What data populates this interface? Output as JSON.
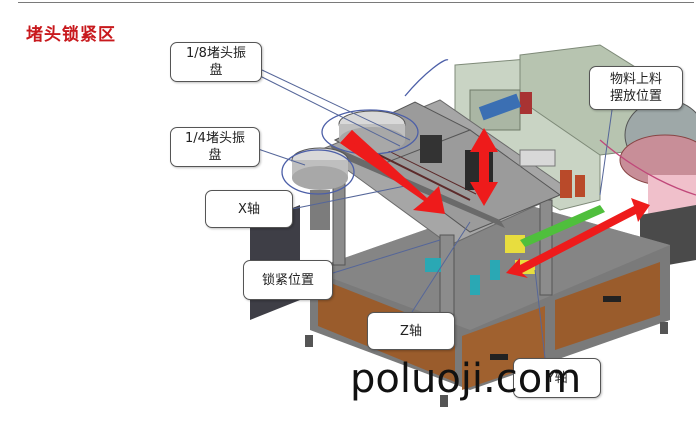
{
  "title": "堵头锁紧区",
  "labels": {
    "l1": "1/8堵头振\n盘",
    "l2": "1/4堵头振\n盘",
    "l3": "X轴",
    "l4": "锁紧位置",
    "l5": "Z轴",
    "l6": "物料上料\n摆放位置",
    "l7": "Y轴"
  },
  "watermark": "poluoji.com",
  "colors": {
    "title": "#c8191d",
    "arrow": "#ee1b1b",
    "frame": "#8c8c8c",
    "cabinet": "#9a5c2c"
  }
}
